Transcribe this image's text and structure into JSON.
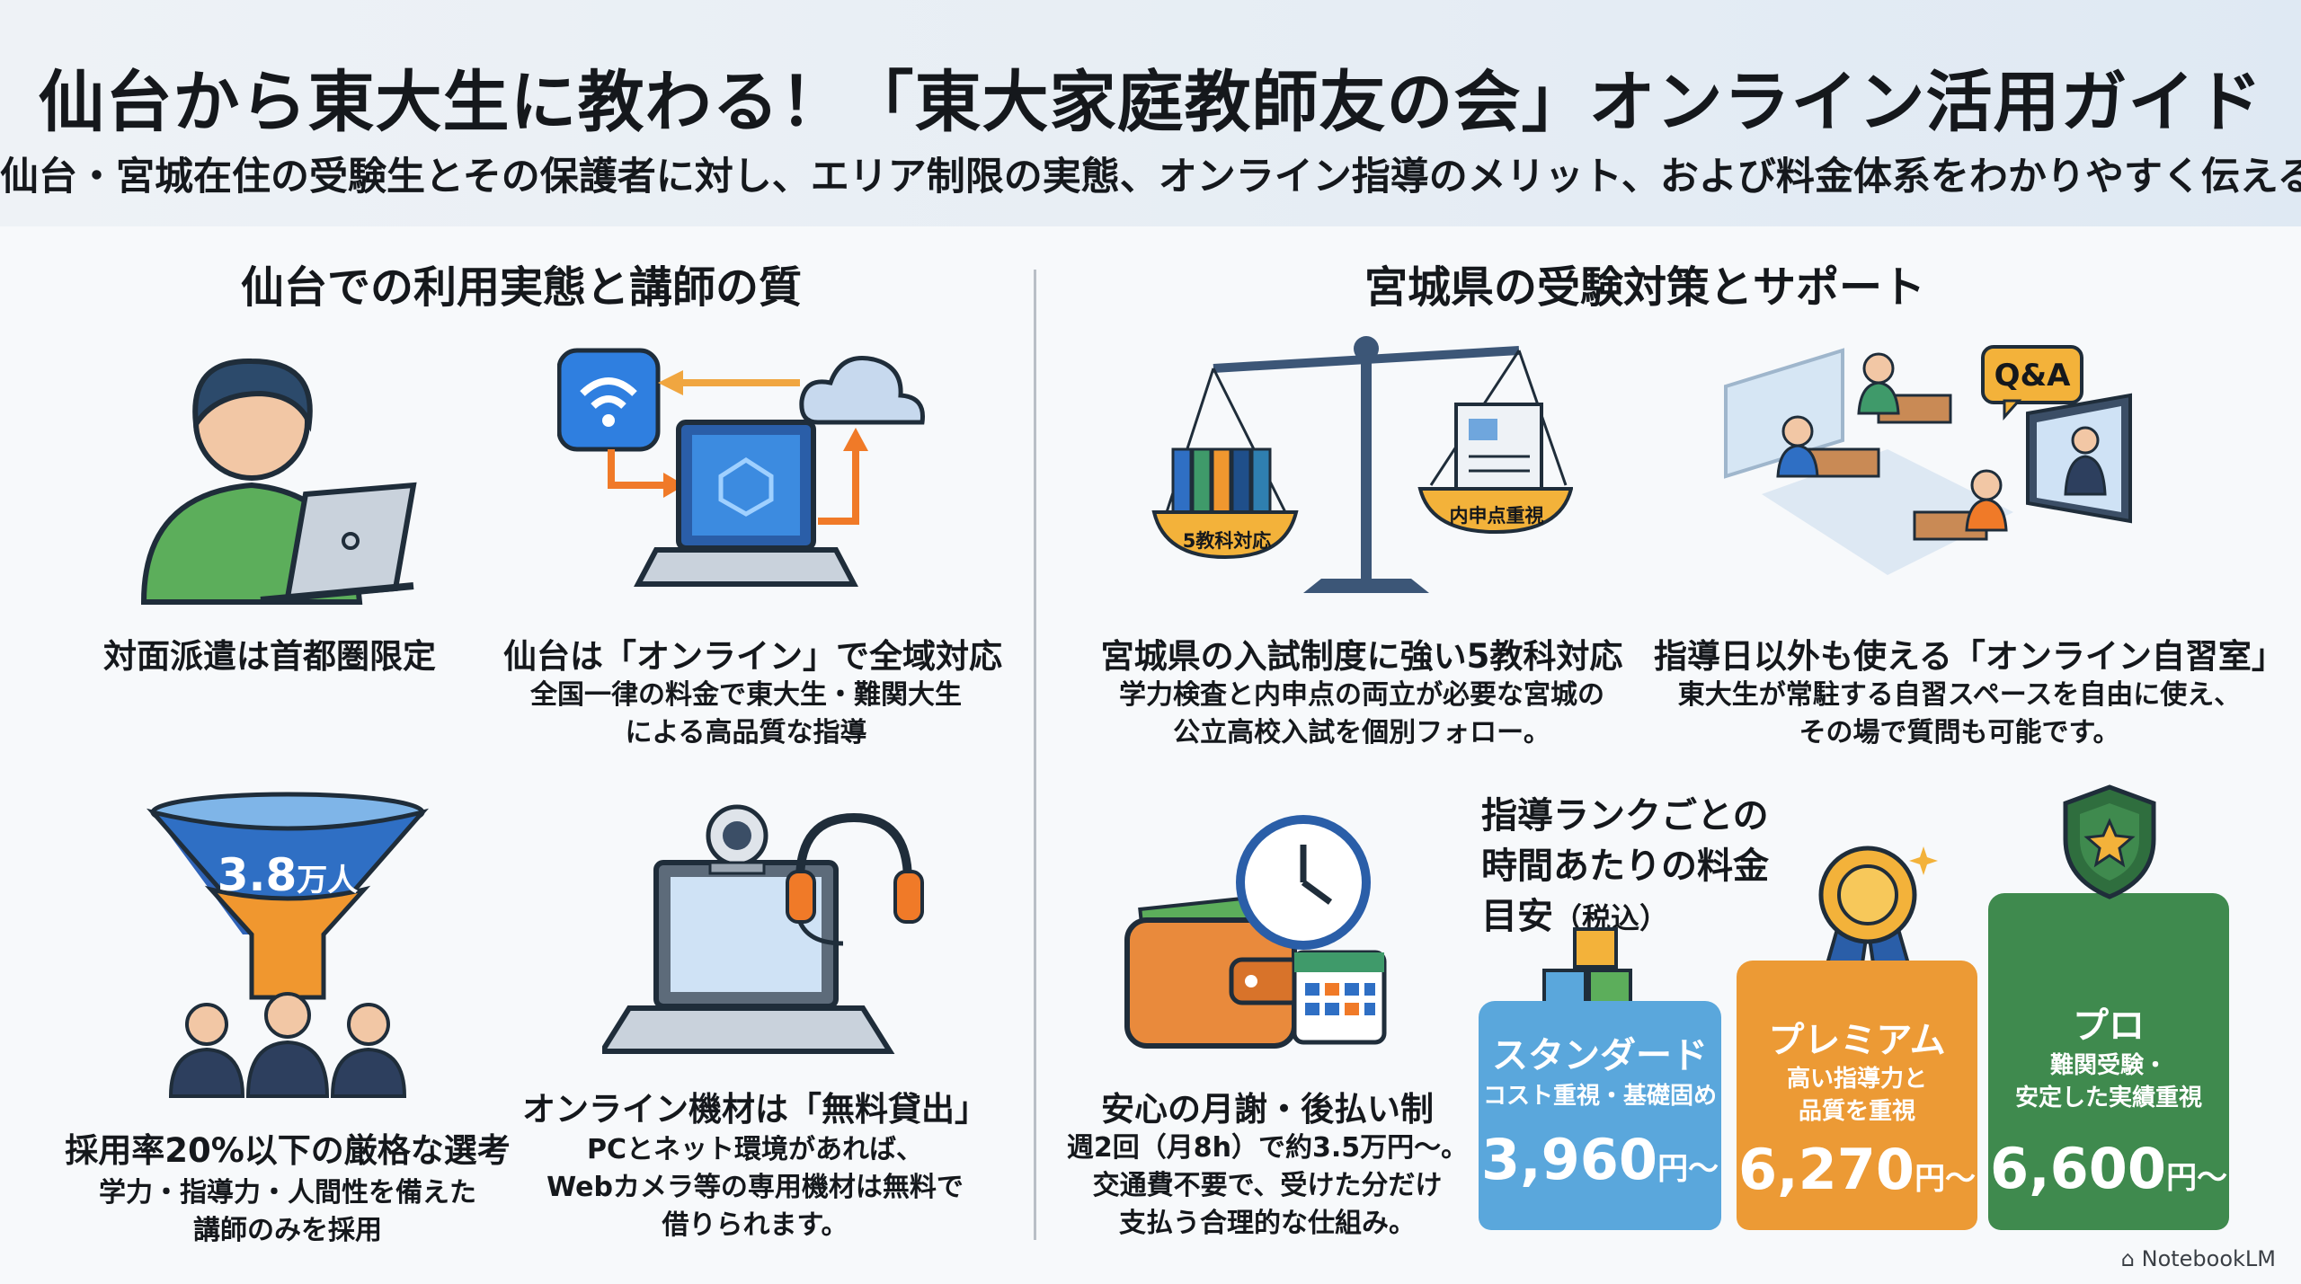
{
  "header": {
    "title": "仙台から東大生に教わる！「東大家庭教師友の会」オンライン活用ガイド",
    "subtitle": "仙台・宮城在住の受験生とその保護者に対し、エリア制限の実態、オンライン指導のメリット、および料金体系をわかりやすく伝える。"
  },
  "left_section": {
    "heading": "仙台での利用実態と講師の質",
    "items": [
      {
        "title": "対面派遣は首都圏限定",
        "desc": []
      },
      {
        "title": "仙台は「オンライン」で全域対応",
        "desc": [
          "全国一律の料金で東大生・難関大生",
          "による高品質な指導"
        ]
      },
      {
        "title": "採用率20%以下の厳格な選考",
        "desc": [
          "学力・指導力・人間性を備えた",
          "講師のみを採用"
        ],
        "funnel_value": "3.8",
        "funnel_unit": "万人"
      },
      {
        "title": "オンライン機材は「無料貸出」",
        "desc": [
          "PCとネット環境があれば、",
          "Webカメラ等の専用機材は無料で",
          "借りられます。"
        ]
      }
    ]
  },
  "right_section": {
    "heading": "宮城県の受験対策とサポート",
    "scale_labels": {
      "left": "5教科対応",
      "right": "内申点重視"
    },
    "qa_label": "Q&A",
    "items": [
      {
        "title": "宮城県の入試制度に強い5教科対応",
        "desc": [
          "学力検査と内申点の両立が必要な宮城の",
          "公立高校入試を個別フォロー。"
        ]
      },
      {
        "title": "指導日以外も使える「オンライン自習室」",
        "desc": [
          "東大生が常駐する自習スペースを自由に使え、",
          "その場で質問も可能です。"
        ]
      },
      {
        "title": "安心の月謝・後払い制",
        "desc": [
          "週2回（月8h）で約3.5万円〜。",
          "交通費不要で、受けた分だけ",
          "支払う合理的な仕組み。"
        ]
      }
    ],
    "rates": {
      "heading": [
        "指導ランクごとの",
        "時間あたりの料金"
      ],
      "heading_last": "目安",
      "heading_note": "（税込）",
      "cards": [
        {
          "name": "スタンダード",
          "desc": [
            "コスト重視・基礎固め"
          ],
          "price": "3,960",
          "unit": "円〜",
          "color": "#5aa7dc"
        },
        {
          "name": "プレミアム",
          "desc": [
            "高い指導力と",
            "品質を重視"
          ],
          "price": "6,270",
          "unit": "円〜",
          "color": "#ec9a35"
        },
        {
          "name": "プロ",
          "desc": [
            "難関受験・",
            "安定した実績重視"
          ],
          "price": "6,600",
          "unit": "円〜",
          "color": "#3f8a4e"
        }
      ]
    }
  },
  "footer": {
    "brand": "NotebookLM"
  }
}
